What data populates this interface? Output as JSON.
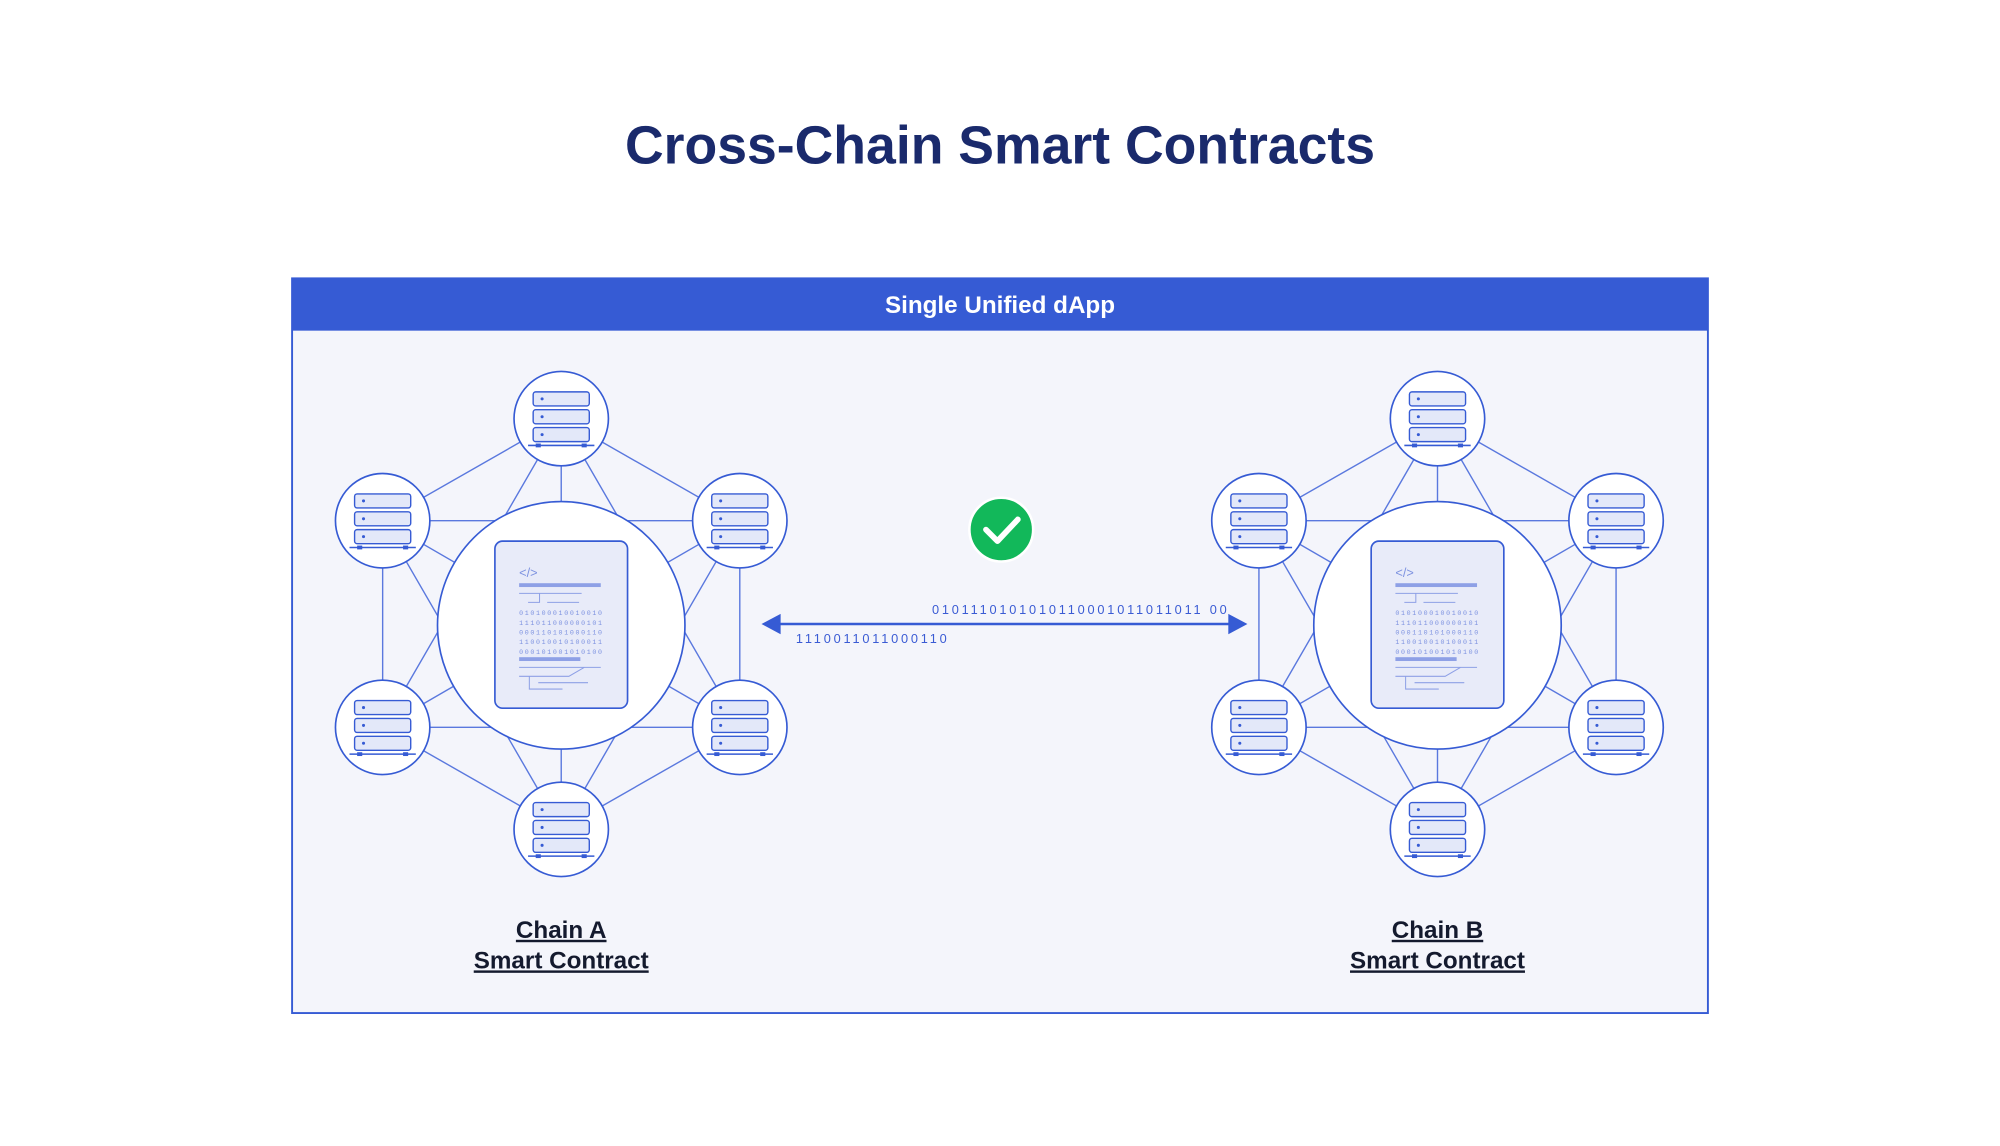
{
  "title": "Cross-Chain Smart Contracts",
  "container": {
    "header": "Single Unified dApp"
  },
  "chains": [
    {
      "name": "Chain A",
      "subtitle": "Smart Contract"
    },
    {
      "name": "Chain B",
      "subtitle": "Smart Contract"
    }
  ],
  "transfer": {
    "top_binary": "0101110101010110001011011011 00",
    "bottom_binary": "1110011011000110",
    "status_icon": "check-circle-icon"
  },
  "document": {
    "code_tag": "</>",
    "binary_lines": [
      "010100010010010",
      "111011000000101",
      "000110101000110",
      "110010010100011",
      "000101001010100"
    ]
  },
  "colors": {
    "primary": "#365bd4",
    "title": "#1a2a6c",
    "panel": "#f4f5fb",
    "success": "#12b85a"
  }
}
